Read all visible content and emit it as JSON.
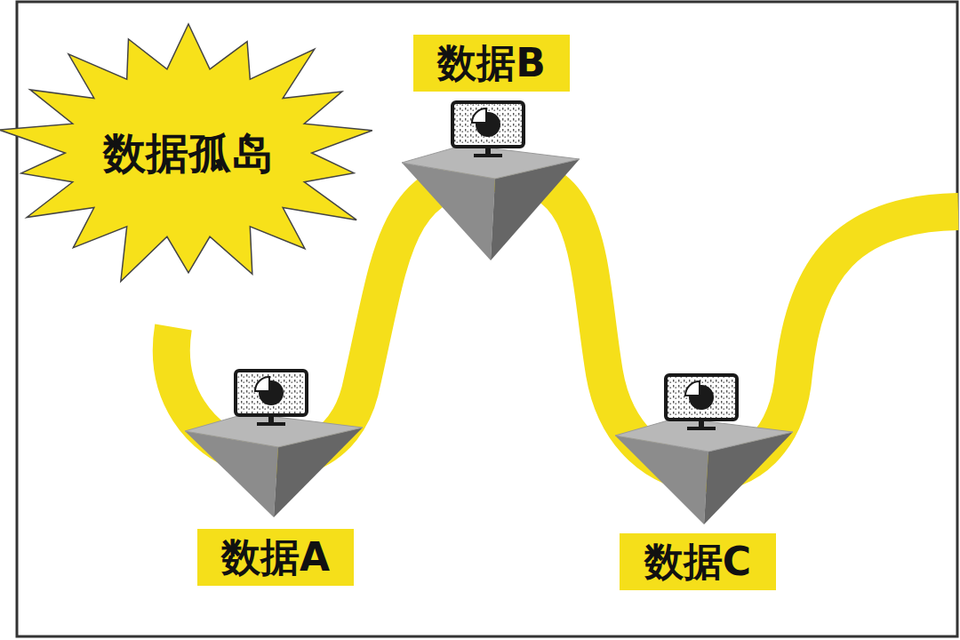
{
  "diagram": {
    "nodes": [
      {
        "text": [
          "数据孤岛"
        ]
      },
      {
        "text": [
          "数据B"
        ]
      },
      {
        "text": [
          "数据A"
        ]
      },
      {
        "text": [
          "数据C"
        ]
      }
    ]
  }
}
